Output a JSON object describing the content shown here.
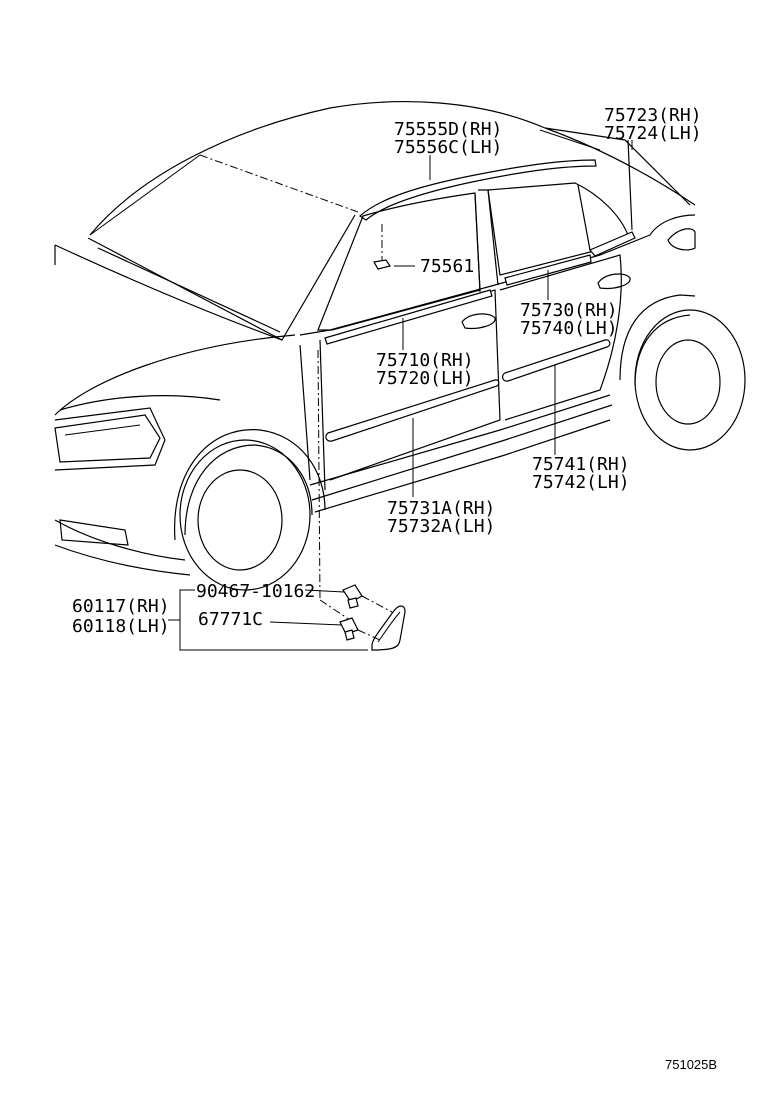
{
  "callouts": {
    "p75555_rh": "75555D(RH)",
    "p75556_lh": "75556C(LH)",
    "p75723_rh": "75723(RH)",
    "p75724_lh": "75724(LH)",
    "p75561": "75561",
    "p75730_rh": "75730(RH)",
    "p75740_lh": "75740(LH)",
    "p75710_rh": "75710(RH)",
    "p75720_lh": "75720(LH)",
    "p75741_rh": "75741(RH)",
    "p75742_lh": "75742(LH)",
    "p75731_rh": "75731A(RH)",
    "p75732_lh": "75732A(LH)",
    "p90467": "90467-10162",
    "p67771": "67771C",
    "p60117_rh": "60117(RH)",
    "p60118_lh": "60118(LH)"
  },
  "illustration_code": "751025B"
}
